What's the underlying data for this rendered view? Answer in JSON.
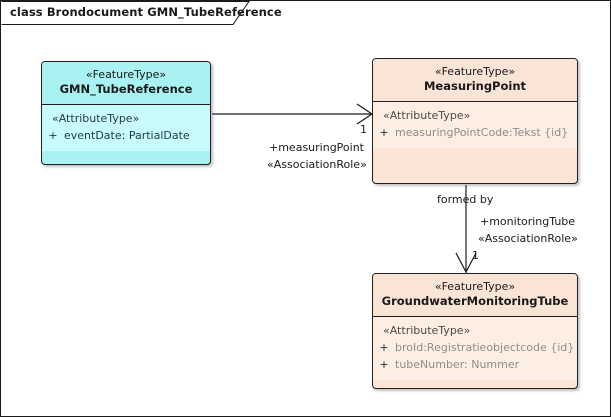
{
  "diagram": {
    "title": "class Brondocument GMN_TubeReference",
    "colors": {
      "frame_border": "#1a1a1a",
      "class_border": "#231f20",
      "cyan_header": "#a9f2f2",
      "cyan_body": "#c8fbfb",
      "peach_header": "#fae4d5",
      "peach_body": "#fdeee4",
      "attribute_text": "#8d8d8d",
      "connector": "#1a1a1a"
    }
  },
  "classes": {
    "gmn_tube_reference": {
      "stereotype": "«FeatureType»",
      "name": "GMN_TubeReference",
      "attribute_stereotype": "«AttributeType»",
      "attributes": [
        {
          "visibility": "+",
          "text": "eventDate: PartialDate"
        }
      ]
    },
    "measuring_point": {
      "stereotype": "«FeatureType»",
      "name": "MeasuringPoint",
      "attribute_stereotype": "«AttributeType»",
      "attributes": [
        {
          "visibility": "+",
          "text": "measuringPointCode:Tekst {id}"
        }
      ]
    },
    "groundwater_monitoring_tube": {
      "stereotype": "«FeatureType»",
      "name": "GroundwaterMonitoringTube",
      "attribute_stereotype": "«AttributeType»",
      "attributes": [
        {
          "visibility": "+",
          "text": "broId:Registratieobjectcode {id}"
        },
        {
          "visibility": "+",
          "text": "tubeNumber: Nummer"
        }
      ]
    }
  },
  "associations": {
    "measuring_point_assoc": {
      "multiplicity": "1",
      "role": "+measuringPoint",
      "stereotype": "«AssociationRole»"
    },
    "monitoring_tube_assoc": {
      "name": "formed by",
      "role": "+monitoringTube",
      "stereotype": "«AssociationRole»",
      "multiplicity": "1"
    }
  }
}
